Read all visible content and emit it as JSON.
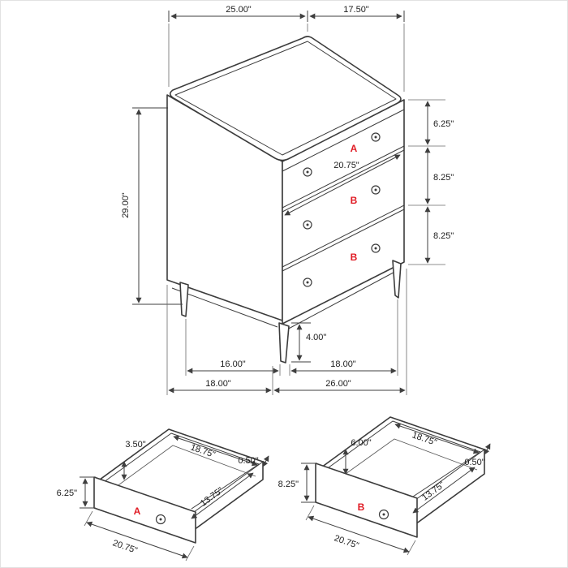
{
  "colors": {
    "line": "#3c3c3c",
    "dimension": "#3f3f3f",
    "text": "#1c1c1c",
    "accent_red": "#e01b24",
    "background": "#ffffff"
  },
  "main": {
    "dims": {
      "top_width": "25.00\"",
      "top_depth": "17.50\"",
      "height": "29.00\"",
      "drawer_a_height": "6.25\"",
      "drawer_b1_height": "8.25\"",
      "drawer_b2_height": "8.25\"",
      "drawer_width": "20.75\"",
      "leg_height": "4.00\"",
      "base_depth_span": "16.00\"",
      "base_width_span": "18.00\"",
      "overall_depth": "18.00\"",
      "overall_width": "26.00\""
    },
    "labels": {
      "a": "A",
      "b1": "B",
      "b2": "B"
    }
  },
  "detail_a": {
    "label": "A",
    "side_height": "3.50\"",
    "inner_width": "18.75\"",
    "wall_thickness": "0.50\"",
    "inner_depth": "13.75\"",
    "front_height": "6.25\"",
    "front_width": "20.75\""
  },
  "detail_b": {
    "label": "B",
    "side_height": "6.00\"",
    "inner_width": "18.75\"",
    "wall_thickness": "0.50\"",
    "inner_depth": "13.75\"",
    "front_height": "8.25\"",
    "front_width": "20.75\""
  }
}
